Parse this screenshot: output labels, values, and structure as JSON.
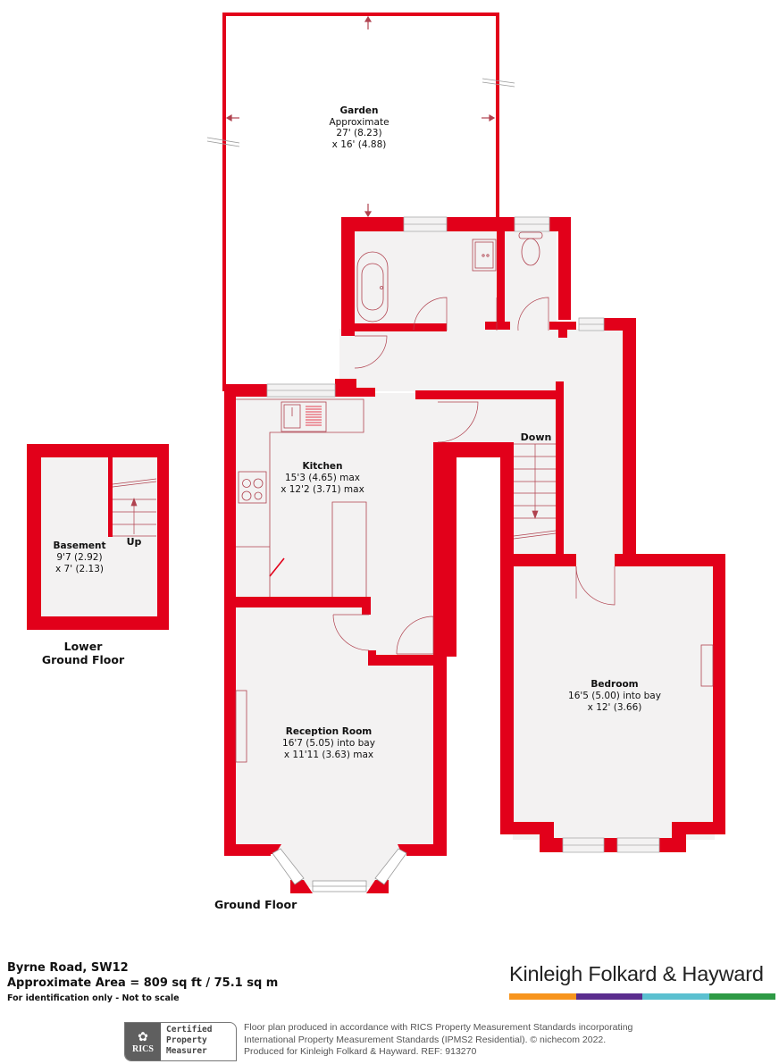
{
  "colors": {
    "wall": "#e2001a",
    "floor": "#f3f2f2",
    "fixture_line": "#b0424f",
    "brand_bar": [
      "#f7941d",
      "#5b2d8e",
      "#5bc0d0",
      "#2e9a45"
    ]
  },
  "rooms": {
    "garden": {
      "name": "Garden",
      "line2": "Approximate",
      "dim1": "27' (8.23)",
      "dim2": "x 16' (4.88)"
    },
    "kitchen": {
      "name": "Kitchen",
      "dim1": "15'3 (4.65) max",
      "dim2": "x 12'2 (3.71) max"
    },
    "basement": {
      "name": "Basement",
      "dim1": "9'7 (2.92)",
      "dim2": "x 7' (2.13)",
      "stairs_label": "Up"
    },
    "bedroom": {
      "name": "Bedroom",
      "dim1": "16'5 (5.00) into bay",
      "dim2": "x 12' (3.66)"
    },
    "reception": {
      "name": "Reception Room",
      "dim1": "16'7 (5.05) into bay",
      "dim2": "x 11'11 (3.63) max"
    },
    "hall": {
      "stairs_label": "Down"
    }
  },
  "floors": {
    "lower": {
      "line1": "Lower",
      "line2": "Ground Floor"
    },
    "ground": {
      "label": "Ground Floor"
    }
  },
  "footer": {
    "address": "Byrne Road, SW12",
    "area": "Approximate Area = 809 sq ft / 75.1 sq m",
    "note": "For identification only - Not to scale",
    "brand": "Kinleigh Folkard & Hayward",
    "rics": {
      "logo_text": "RICS",
      "line1": "Certified",
      "line2": "Property",
      "line3": "Measurer"
    },
    "disclaimer": {
      "line1": "Floor plan produced in accordance with RICS Property Measurement Standards incorporating",
      "line2": "International Property Measurement Standards (IPMS2 Residential).   © nichecom 2022.",
      "line3": "Produced for Kinleigh Folkard & Hayward.   REF: 913270"
    }
  }
}
